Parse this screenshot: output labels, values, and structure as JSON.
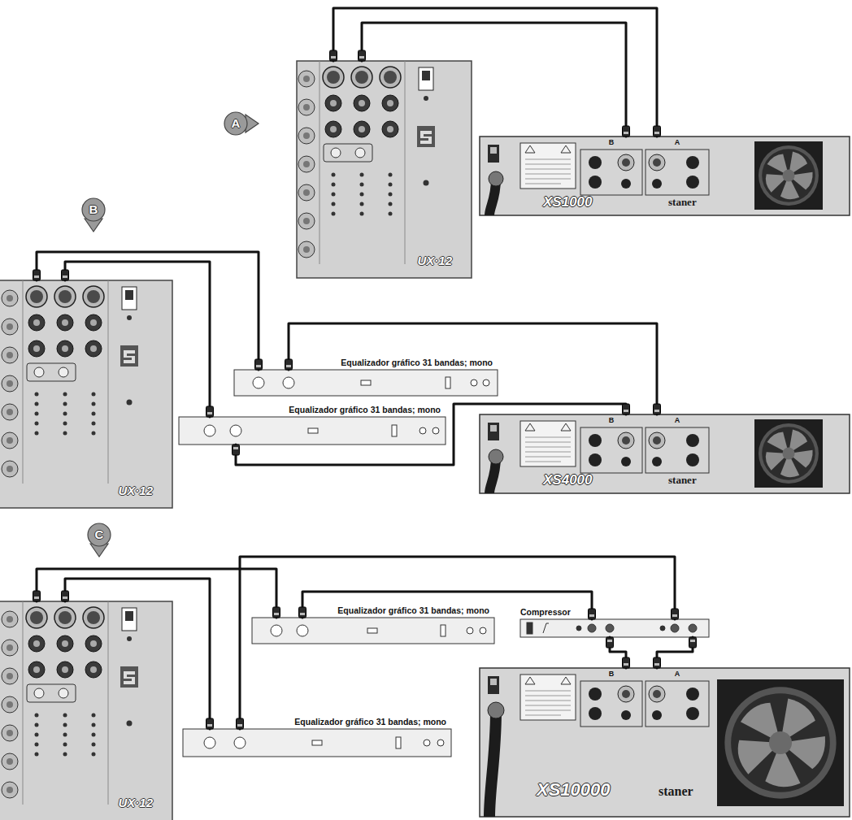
{
  "diagram": {
    "nodes": [
      {
        "text": [
          "UX·12"
        ]
      },
      {
        "text": [
          "XS1000",
          "staner"
        ]
      },
      {
        "text": [
          "UX·12"
        ]
      },
      {
        "text": [
          "Equalizador gráfico 31 bandas; mono"
        ]
      },
      {
        "text": [
          "Equalizador gráfico 31 bandas; mono"
        ]
      },
      {
        "text": [
          "XS4000",
          "staner"
        ]
      },
      {
        "text": [
          "UX·12"
        ]
      },
      {
        "text": [
          "Equalizador gráfico 31 bandas; mono"
        ]
      },
      {
        "text": [
          "Compressor"
        ]
      },
      {
        "text": [
          "Equalizador gráfico 31 bandas; mono"
        ]
      },
      {
        "text": [
          "XS10000",
          "staner"
        ]
      }
    ],
    "edges": [
      {
        "from": 0,
        "to": 1,
        "arrow": "none"
      },
      {
        "from": 0,
        "to": 1,
        "arrow": "none"
      },
      {
        "from": 2,
        "to": 3,
        "arrow": "none"
      },
      {
        "from": 2,
        "to": 4,
        "arrow": "none"
      },
      {
        "from": 3,
        "to": 5,
        "arrow": "none"
      },
      {
        "from": 4,
        "to": 5,
        "arrow": "none"
      },
      {
        "from": 6,
        "to": 7,
        "arrow": "none"
      },
      {
        "from": 6,
        "to": 9,
        "arrow": "none"
      },
      {
        "from": 7,
        "to": 8,
        "arrow": "none"
      },
      {
        "from": 9,
        "to": 8,
        "arrow": "none"
      },
      {
        "from": 8,
        "to": 10,
        "arrow": "none"
      },
      {
        "from": 8,
        "to": 10,
        "arrow": "none"
      }
    ],
    "labels": [
      "A",
      "B",
      "A",
      "B",
      "B",
      "A",
      "C",
      "B",
      "A"
    ]
  }
}
